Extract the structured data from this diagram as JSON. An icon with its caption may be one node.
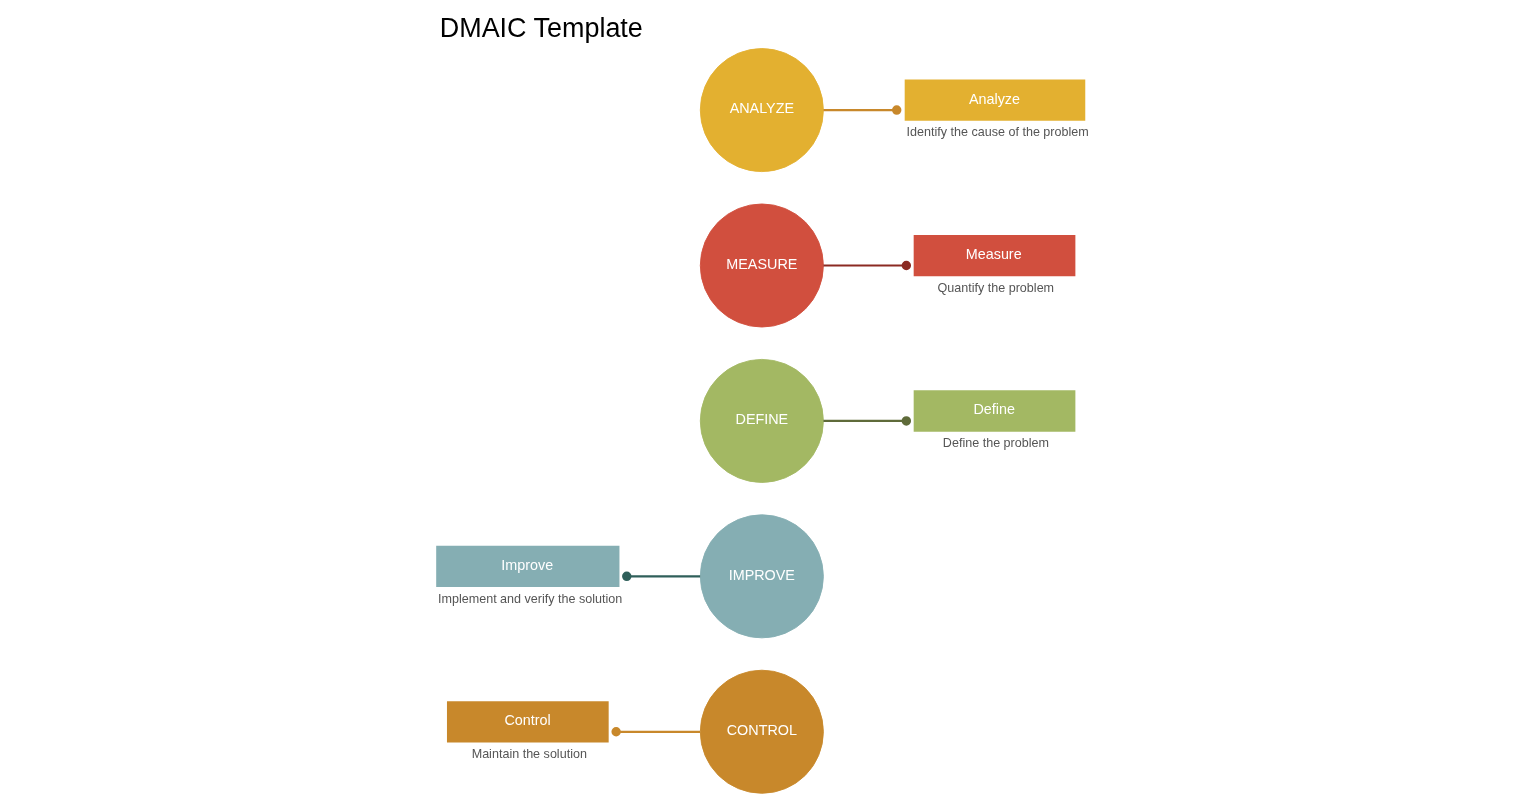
{
  "diagram": {
    "title": "DMAIC Template",
    "nodes": [
      {
        "text": [
          "DEFINE"
        ]
      },
      {
        "text": [
          "Define"
        ],
        "beside": [
          "Define the problem"
        ]
      },
      {
        "text": [
          "Control"
        ],
        "beside": [
          "Maintain the solution"
        ]
      },
      {
        "text": [
          "CONTROL"
        ]
      },
      {
        "text": [
          "MEASURE"
        ]
      },
      {
        "text": [
          "Measure"
        ],
        "beside": [
          "Quantify the problem"
        ]
      },
      {
        "text": [
          "Improve"
        ],
        "beside": [
          "Implement and verify the solution"
        ]
      },
      {
        "text": [
          "IMPROVE"
        ]
      },
      {
        "text": [
          "ANALYZE"
        ]
      },
      {
        "text": [
          "Analyze"
        ],
        "beside": [
          "Identify the cause of the problem"
        ]
      }
    ],
    "edges": [
      {
        "from": 0,
        "to": 1,
        "arrow": "other",
        "color": "#5f6b3a"
      },
      {
        "from": 3,
        "to": 2,
        "arrow": "other",
        "color": "#c8882b"
      },
      {
        "from": 4,
        "to": 5,
        "arrow": "other",
        "color": "#8b2a22"
      },
      {
        "from": 7,
        "to": 6,
        "arrow": "other",
        "color": "#2f5f5a"
      },
      {
        "from": 8,
        "to": 9,
        "arrow": "other",
        "color": "#c8882b"
      }
    ]
  }
}
